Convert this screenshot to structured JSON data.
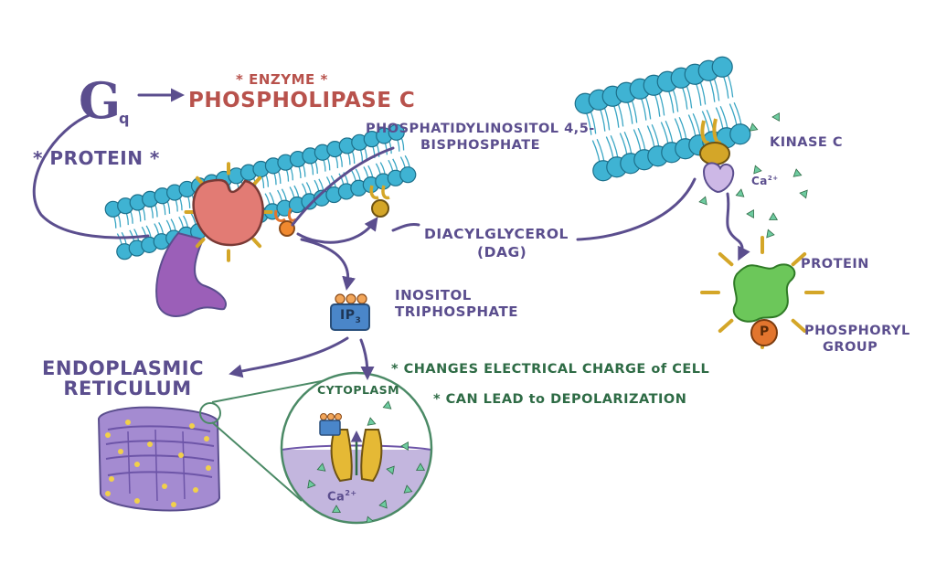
{
  "g_letter": "G",
  "g_subscript": "q",
  "enzyme_tag": "* ENZYME *",
  "phospholipase_c": "PHOSPHOLIPASE C",
  "protein_tag": "* PROTEIN *",
  "pip2_line1": "PHOSPHATIDYLINOSITOL 4,5-",
  "pip2_line2": "BISPHOSPHATE",
  "dag_line1": "DIACYLGLYCEROL",
  "dag_line2": "(DAG)",
  "ip3_line1": "INOSITOL",
  "ip3_line2": "TRIPHOSPHATE",
  "ip3_badge": "IP",
  "ip3_badge_sub": "3",
  "er_line1": "ENDOPLASMIC",
  "er_line2": "RETICULUM",
  "cytoplasm": "CYTOPLASM",
  "calcium_symbol": "Ca",
  "calcium_charge": "2+",
  "note_1": "* CHANGES ELECTRICAL CHARGE of CELL",
  "note_2": "* CAN LEAD to DEPOLARIZATION",
  "kinase_c": "KINASE C",
  "protein_label": "PROTEIN",
  "phosphoryl_line1": "PHOSPHORYL",
  "phosphoryl_line2": "GROUP",
  "phosphate_letter": "P",
  "colors": {
    "ink": "#5b4e8e",
    "enzyme_red": "#b8524c",
    "note_green": "#2e6b45",
    "phospholipid_head": "#3fb3d3",
    "phospholipase": "#e27b74",
    "gq_protein": "#9b5fb8",
    "pkc": "#cdb8e6",
    "substrate_protein": "#6cc75a",
    "dag": "#d4a628",
    "er": "#a48bd1",
    "ion": "#6ecba0"
  }
}
